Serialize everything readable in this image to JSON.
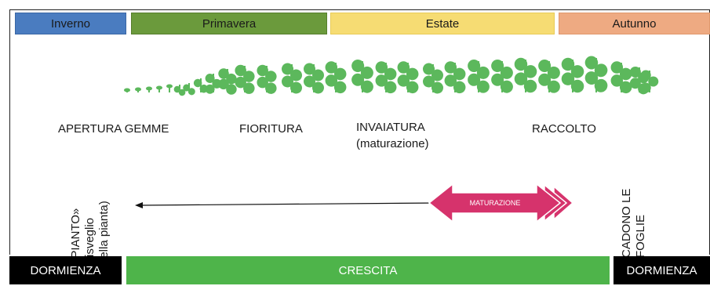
{
  "seasons": {
    "inverno": "Inverno",
    "primavera": "Primavera",
    "estate": "Estate",
    "autunno": "Autunno"
  },
  "stages": {
    "apertura_gemme": "APERTURA GEMME",
    "fioritura": "FIORITURA",
    "invaiatura": "INVAIATURA",
    "invaiatura_sub": "(maturazione)",
    "raccolto": "RACCOLTO"
  },
  "markers": {
    "pianto_line1": "«PIANTO»",
    "pianto_line2": "(risveglio",
    "pianto_line3": "della pianta)",
    "cadono_line1": "CADONO LE",
    "cadono_line2": "FOGLIE"
  },
  "arrow": {
    "maturazione": "MATURAZIONE"
  },
  "phases": {
    "dormienza_left": "DORMIENZA",
    "crescita": "CRESCITA",
    "dormienza_right": "DORMIENZA"
  },
  "colors": {
    "inverno": "#4a7cc0",
    "primavera": "#6b9a3c",
    "estate": "#f6dc73",
    "autunno": "#eeaa82",
    "growth_green": "#4eb44a",
    "plant_green": "#5cb85c",
    "maturazione_pink": "#d6336c",
    "dormienza_black": "#000000"
  }
}
